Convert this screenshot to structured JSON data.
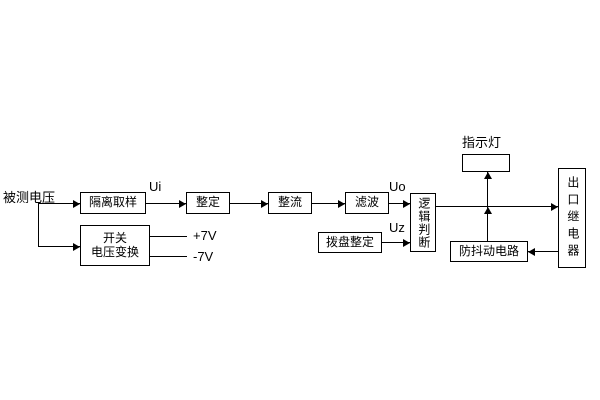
{
  "blocks": {
    "isolation_sampling": "隔离取样",
    "setting": "整定",
    "rectifier": "整流",
    "filter": "滤波",
    "logic_judgment": "逻辑判断",
    "dial_setting": "拨盘整定",
    "switch_converter_line1": "开关",
    "switch_converter_line2": "电压变换",
    "anti_jitter": "防抖动电路",
    "output_relay": "出口继电器"
  },
  "labels": {
    "measured_voltage": "被测电压",
    "signal_ui": "Ui",
    "signal_uo": "Uo",
    "signal_uz": "Uz",
    "plus_7v": "+7V",
    "minus_7v": "-7V",
    "indicator_lamp": "指示灯"
  },
  "colors": {
    "background": "#ffffff",
    "line": "#000000",
    "text": "#000000"
  }
}
